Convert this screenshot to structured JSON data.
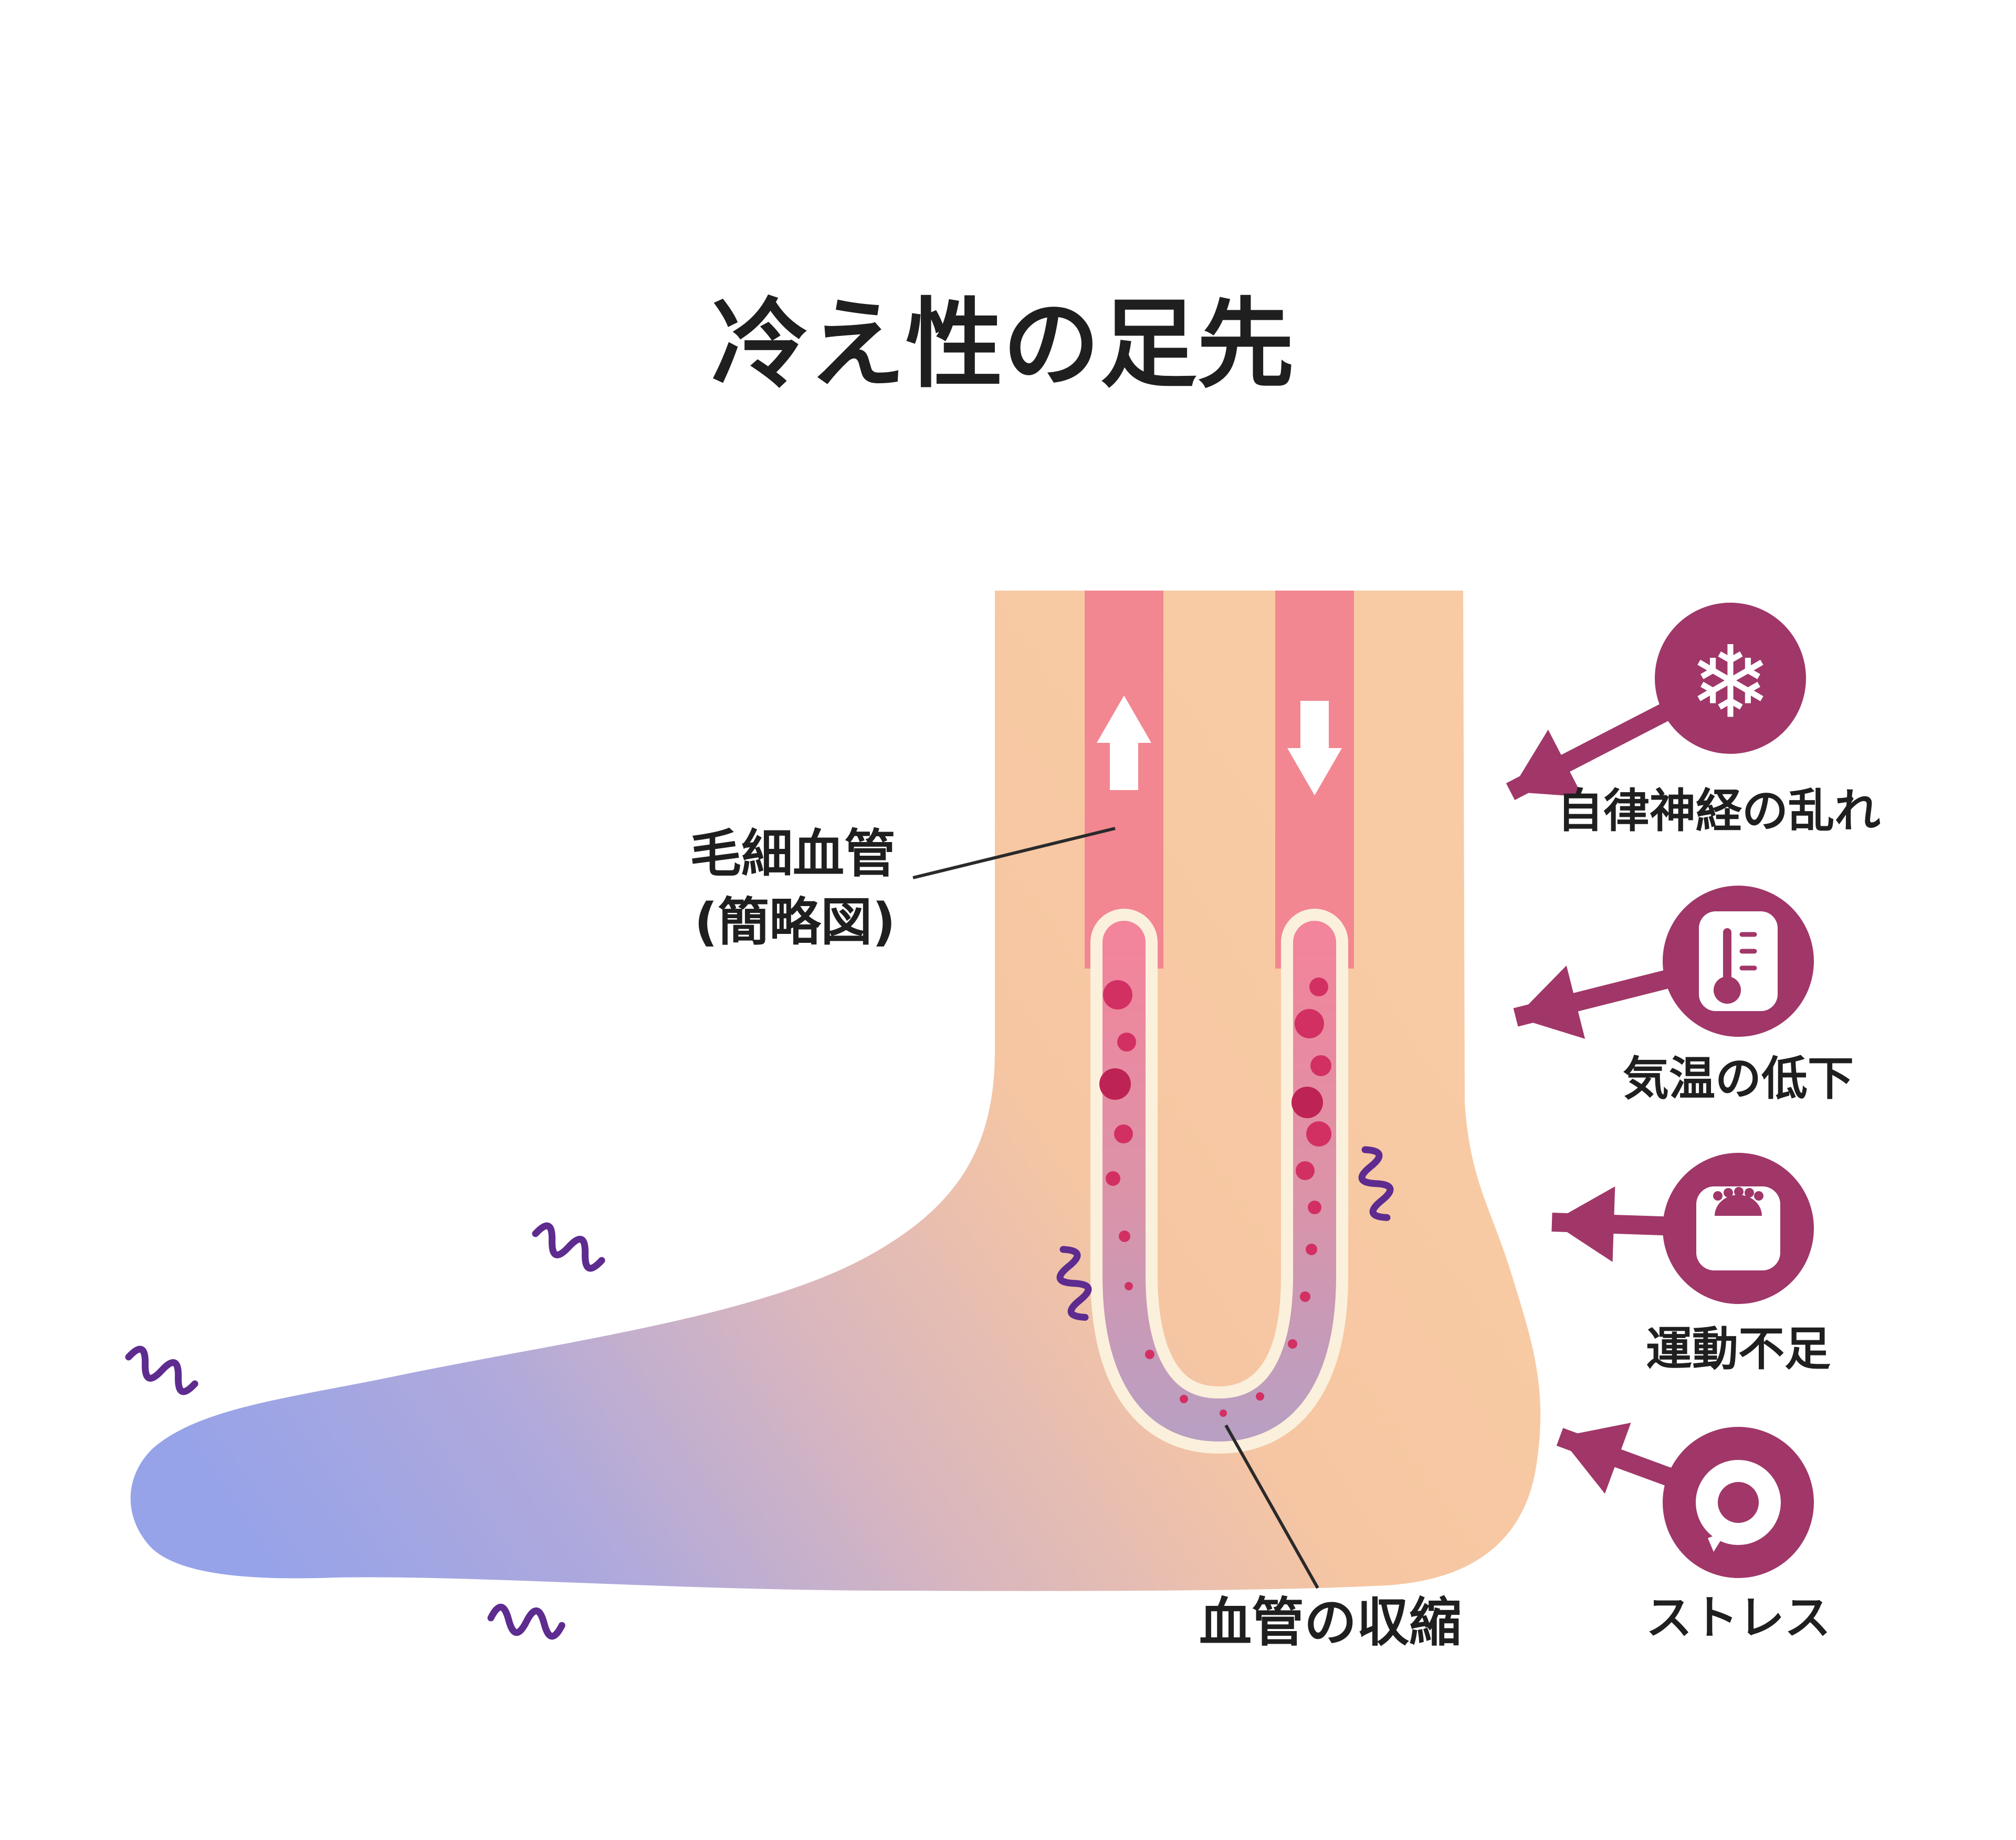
{
  "title": "冷え性の足先",
  "diagram_labels": {
    "capillary_line1": "毛細血管",
    "capillary_line2": "(簡略図)",
    "constriction": "血管の収縮"
  },
  "causes": [
    {
      "name": "autonomic-nerve-disturbance",
      "label": "自律神経の乱れ",
      "glyph": "❄"
    },
    {
      "name": "temperature-drop",
      "label": "気温の低下"
    },
    {
      "name": "lack-of-exercise",
      "label": "運動不足"
    },
    {
      "name": "stress",
      "label": "ストレス"
    }
  ],
  "colors": {
    "skin": "#F8CBA4",
    "toe_blue": "#97A3E8",
    "vessel_pink": "#F28791",
    "loop_outline": "#FBF0DC",
    "blood_cell": "#D23063",
    "icon_magenta": "#A03768",
    "squiggle_purple": "#5E2B8F",
    "text": "#1F1F1F"
  }
}
